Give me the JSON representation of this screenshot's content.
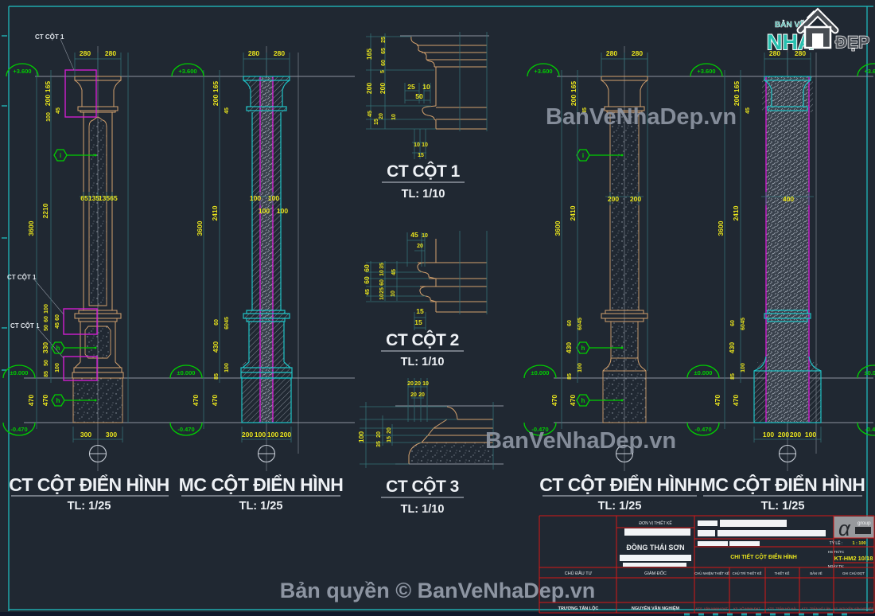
{
  "logo": {
    "small": "BẢN VẼ",
    "big": "NHÀ",
    "dep": "ĐẸP"
  },
  "watermarks": {
    "wm1": "BanVeNhaDep.vn",
    "wm2": "BanVeNhaDep.vn",
    "copyright": "Bản quyền © BanVeNhaDep.vn"
  },
  "levels": {
    "top": "+3.600",
    "zero": "±0.000",
    "low": "-0.470"
  },
  "callouts": {
    "box1": "CT CỘT 1",
    "box2": "CT CỘT 1",
    "box3": "CT CỘT 1",
    "i": "i",
    "h": "h"
  },
  "titles": {
    "d1": {
      "name": "CT CỘT ĐIỂN HÌNH",
      "scale": "TL: 1/25"
    },
    "d2": {
      "name": "MC CỘT ĐIỂN HÌNH",
      "scale": "TL: 1/25"
    },
    "det1": {
      "name": "CT CỘT 1",
      "scale": "TL: 1/10"
    },
    "det2": {
      "name": "CT CỘT 2",
      "scale": "TL: 1/10"
    },
    "det3": {
      "name": "CT CỘT 3",
      "scale": "TL: 1/10"
    },
    "d3": {
      "name": "CT CỘT ĐIỂN HÌNH",
      "scale": "TL: 1/25"
    },
    "d4": {
      "name": "MC CỘT ĐIỂN HÌNH",
      "scale": "TL: 1/25"
    }
  },
  "dims": {
    "d1": {
      "top": [
        "280",
        "280"
      ],
      "cap": [
        "165",
        "200",
        "45",
        "100"
      ],
      "hgt": [
        "2210",
        "3600"
      ],
      "shaft": [
        "65",
        "135",
        "135",
        "65"
      ],
      "mid": [
        "100",
        "60",
        "50",
        "330",
        "50",
        "85"
      ],
      "mid2": [
        "60",
        "45",
        "100"
      ],
      "base": [
        "470",
        "470"
      ],
      "bot": [
        "300",
        "300"
      ]
    },
    "d2": {
      "top": [
        "280",
        "280"
      ],
      "cap": [
        "165",
        "200",
        "45"
      ],
      "hgt": [
        "2410",
        "3600"
      ],
      "mid": [
        "100",
        "100",
        "100",
        "100"
      ],
      "low": [
        "60",
        "430",
        "85"
      ],
      "low2": [
        "45",
        "60",
        "100"
      ],
      "base": [
        "470",
        "470"
      ],
      "bot": [
        "200",
        "100",
        "100",
        "200"
      ]
    },
    "d3": {
      "top": [
        "280",
        "280"
      ],
      "cap": [
        "165",
        "200",
        "45"
      ],
      "hgt": [
        "2410",
        "3600"
      ],
      "mid": [
        "200",
        "200"
      ],
      "low": [
        "60",
        "430",
        "85"
      ],
      "low2": [
        "45",
        "60",
        "100"
      ],
      "base": [
        "470",
        "470"
      ]
    },
    "d4": {
      "top": [
        "280",
        "280"
      ],
      "cap": [
        "165",
        "200",
        "45"
      ],
      "hgt": [
        "2410",
        "3600"
      ],
      "mid": [
        "400"
      ],
      "low": [
        "60",
        "430",
        "85"
      ],
      "low2": [
        "45",
        "60",
        "100"
      ],
      "base": [
        "470",
        "470"
      ],
      "bot": [
        "100",
        "200",
        "200",
        "100"
      ]
    },
    "det1": {
      "outer": [
        "165",
        "200",
        "45"
      ],
      "inner": [
        "25",
        "65",
        "60",
        "5",
        "200"
      ],
      "ring": [
        "20",
        "15",
        "10"
      ],
      "horiz": [
        "25",
        "10",
        "50"
      ],
      "bot": [
        "10",
        "10",
        "15"
      ]
    },
    "det2": {
      "top": [
        "45",
        "10",
        "20"
      ],
      "outer": [
        "60",
        "60",
        "45"
      ],
      "inner": [
        "35",
        "10",
        "60",
        "25",
        "10"
      ],
      "in2": [
        "45",
        "10"
      ],
      "bot": [
        "15",
        "15"
      ]
    },
    "det3": {
      "top": [
        "20",
        "20",
        "10",
        "20",
        "20"
      ],
      "left": [
        "100",
        "20",
        "35",
        "20",
        "15"
      ]
    }
  },
  "titleblock": {
    "design_label": "ĐƠN VỊ THIẾT KẾ",
    "company": "ĐỒNG THÁI SƠN",
    "investor_label": "CHỦ ĐẦU TƯ",
    "investor_name": "TRƯƠNG TẤN LỘC",
    "director_label": "GIÁM ĐỐC",
    "director_name": "NGUYỄN VĂN NGHIỆM",
    "drawing_title": "CHI TIẾT CỘT ĐIỂN HÌNH",
    "scale_label": "TỶ LỆ :",
    "scale_value": "1 : 100",
    "doc_label": "HS TK/TC",
    "doc_code": "KT-HM2 10/18",
    "date_label": "NGÀY TK:",
    "roles": [
      "CHỦ NHIỆM THIẾT KẾ",
      "CHỦ TRÌ THIẾT KẾ",
      "THIẾT KẾ",
      "BẢN VẼ",
      "GHI CHÚ ĐỢT"
    ],
    "signers": [
      "KTS. VĂN MẠNH ĐẠT",
      "KS. VÕ MINH ĐẠT",
      "KTS. TRẦN HỒ HẢI",
      "KTS. TRẦN VŨ LÂN",
      "KS. NGUYỄN VĂN NGHIỆP"
    ],
    "brand_glyph": "α",
    "brand_text": "group"
  }
}
